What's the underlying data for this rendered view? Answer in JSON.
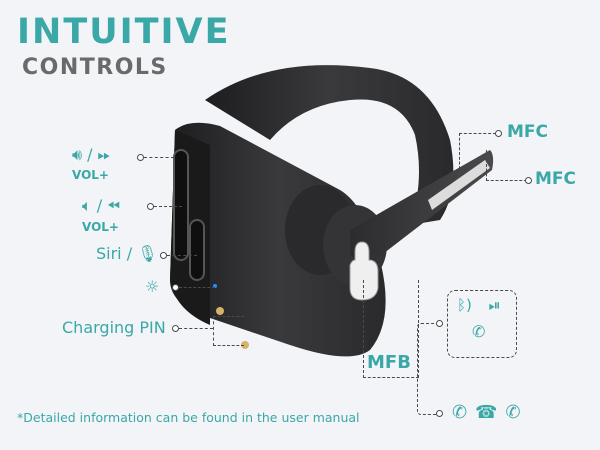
{
  "header": {
    "title": "INTUITIVE",
    "subtitle": "CONTROLS"
  },
  "labels": {
    "vol_up": {
      "icons": [
        "volume-up-icon",
        "fast-forward-icon"
      ],
      "text": "VOL+"
    },
    "vol_down": {
      "icons": [
        "volume-down-icon",
        "rewind-icon"
      ],
      "text": "VOL+"
    },
    "siri": {
      "text": "Siri /",
      "icon": "microphone-icon"
    },
    "led": {
      "icon": "sun-icon"
    },
    "charging": {
      "text": "Charging PIN"
    },
    "mfc_top": {
      "text": "MFC"
    },
    "mfc_bottom": {
      "text": "MFC"
    },
    "mfb": {
      "text": "MFB"
    }
  },
  "mfb_functions": {
    "group1": [
      "bluetooth-pairing-icon",
      "play-pause-icon",
      "call-switch-icon"
    ],
    "group2": [
      "answer-call-icon",
      "hang-up-icon",
      "reject-call-icon"
    ]
  },
  "footer": {
    "note": "*Detailed information can be found in the user manual"
  },
  "colors": {
    "accent": "#3aa8a6",
    "subtitle": "#6a6a6a",
    "background": "#f3f4f8",
    "device": "#2e2e30"
  }
}
